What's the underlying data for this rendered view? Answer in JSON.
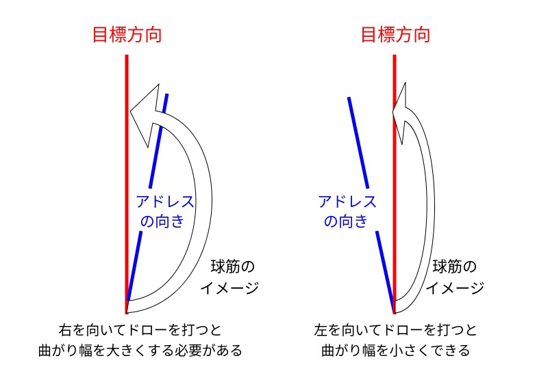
{
  "colors": {
    "target": "#ff0000",
    "address": "#0000ff",
    "arrow_fill": "#ffffff",
    "arrow_stroke": "#000000",
    "text": "#000000"
  },
  "left_panel": {
    "title": "目標方向",
    "address_label_1": "アドレス",
    "address_label_2": "の向き",
    "ball_label_1": "球筋の",
    "ball_label_2": "イメージ",
    "caption_1": "右を向いてドローを打つと",
    "caption_2": "曲がり幅を大きくする必要がある"
  },
  "right_panel": {
    "title": "目標方向",
    "address_label_1": "アドレス",
    "address_label_2": "の向き",
    "ball_label_1": "球筋の",
    "ball_label_2": "イメージ",
    "caption_1": "左を向いてドローを打つと",
    "caption_2": "曲がり幅を小さくできる"
  }
}
